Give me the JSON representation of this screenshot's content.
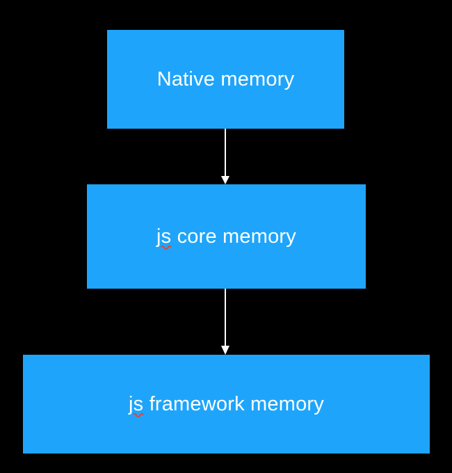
{
  "nodes": [
    {
      "id": "native",
      "label": "Native memory"
    },
    {
      "id": "jscore",
      "label_prefix": "js",
      "label_rest": " core memory"
    },
    {
      "id": "jsframework",
      "label_prefix": "js",
      "label_rest": " framework memory"
    }
  ],
  "edges": [
    {
      "from": "native",
      "to": "jscore"
    },
    {
      "from": "jscore",
      "to": "jsframework"
    }
  ],
  "colors": {
    "background": "#000000",
    "box_fill": "#1ea5fb",
    "text": "#ffffff",
    "arrow": "#ffffff",
    "spellcheck_underline": "#e0463a"
  }
}
